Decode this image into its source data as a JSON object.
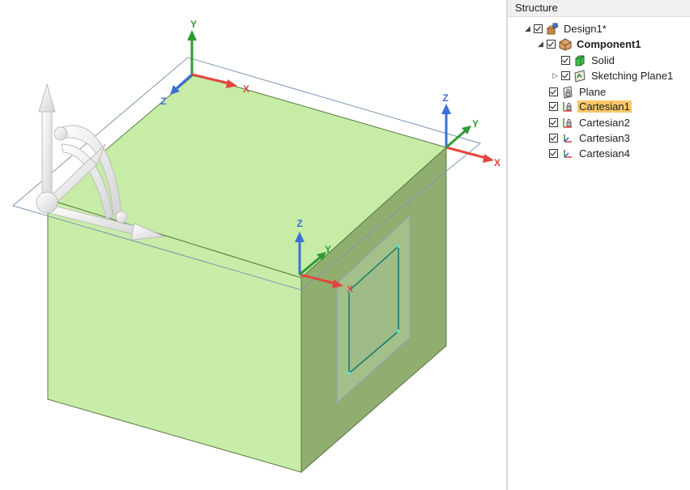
{
  "structure_panel": {
    "title": "Structure",
    "tree": [
      {
        "id": "design",
        "label": "Design1*",
        "expander": "expanded",
        "checked": true,
        "icon": "design-icon",
        "bold": false,
        "selected": false
      },
      {
        "id": "component",
        "label": "Component1",
        "expander": "expanded",
        "checked": true,
        "icon": "component-icon",
        "bold": true,
        "selected": false
      },
      {
        "id": "solid",
        "label": "Solid",
        "expander": "none",
        "checked": true,
        "icon": "solid-icon",
        "bold": false,
        "selected": false
      },
      {
        "id": "sketch",
        "label": "Sketching Plane1",
        "expander": "collapsed",
        "checked": true,
        "icon": "sketch-plane-icon",
        "bold": false,
        "selected": false
      },
      {
        "id": "plane",
        "label": "Plane",
        "expander": "none",
        "checked": true,
        "icon": "plane-icon",
        "bold": false,
        "selected": false
      },
      {
        "id": "cart1",
        "label": "Cartesian1",
        "expander": "none",
        "checked": true,
        "icon": "cartesian-locked-icon",
        "bold": false,
        "selected": true
      },
      {
        "id": "cart2",
        "label": "Cartesian2",
        "expander": "none",
        "checked": true,
        "icon": "cartesian-locked-icon",
        "bold": false,
        "selected": false
      },
      {
        "id": "cart3",
        "label": "Cartesian3",
        "expander": "none",
        "checked": true,
        "icon": "cartesian-icon",
        "bold": false,
        "selected": false
      },
      {
        "id": "cart4",
        "label": "Cartesian4",
        "expander": "none",
        "checked": true,
        "icon": "cartesian-icon",
        "bold": false,
        "selected": false
      }
    ]
  },
  "viewport": {
    "axis_labels": {
      "x": "X",
      "y": "Y",
      "z": "Z"
    },
    "colors": {
      "face_top": "#c6eca6",
      "face_front": "#c6eca6",
      "face_side": "#8fb06e",
      "axis_x": "#e2463e",
      "axis_y": "#2f9a34",
      "axis_z": "#3c6fd6",
      "plane_edge": "#7f95b4",
      "sketch": "#0f7c6b",
      "selection": "#f9c76a"
    }
  }
}
